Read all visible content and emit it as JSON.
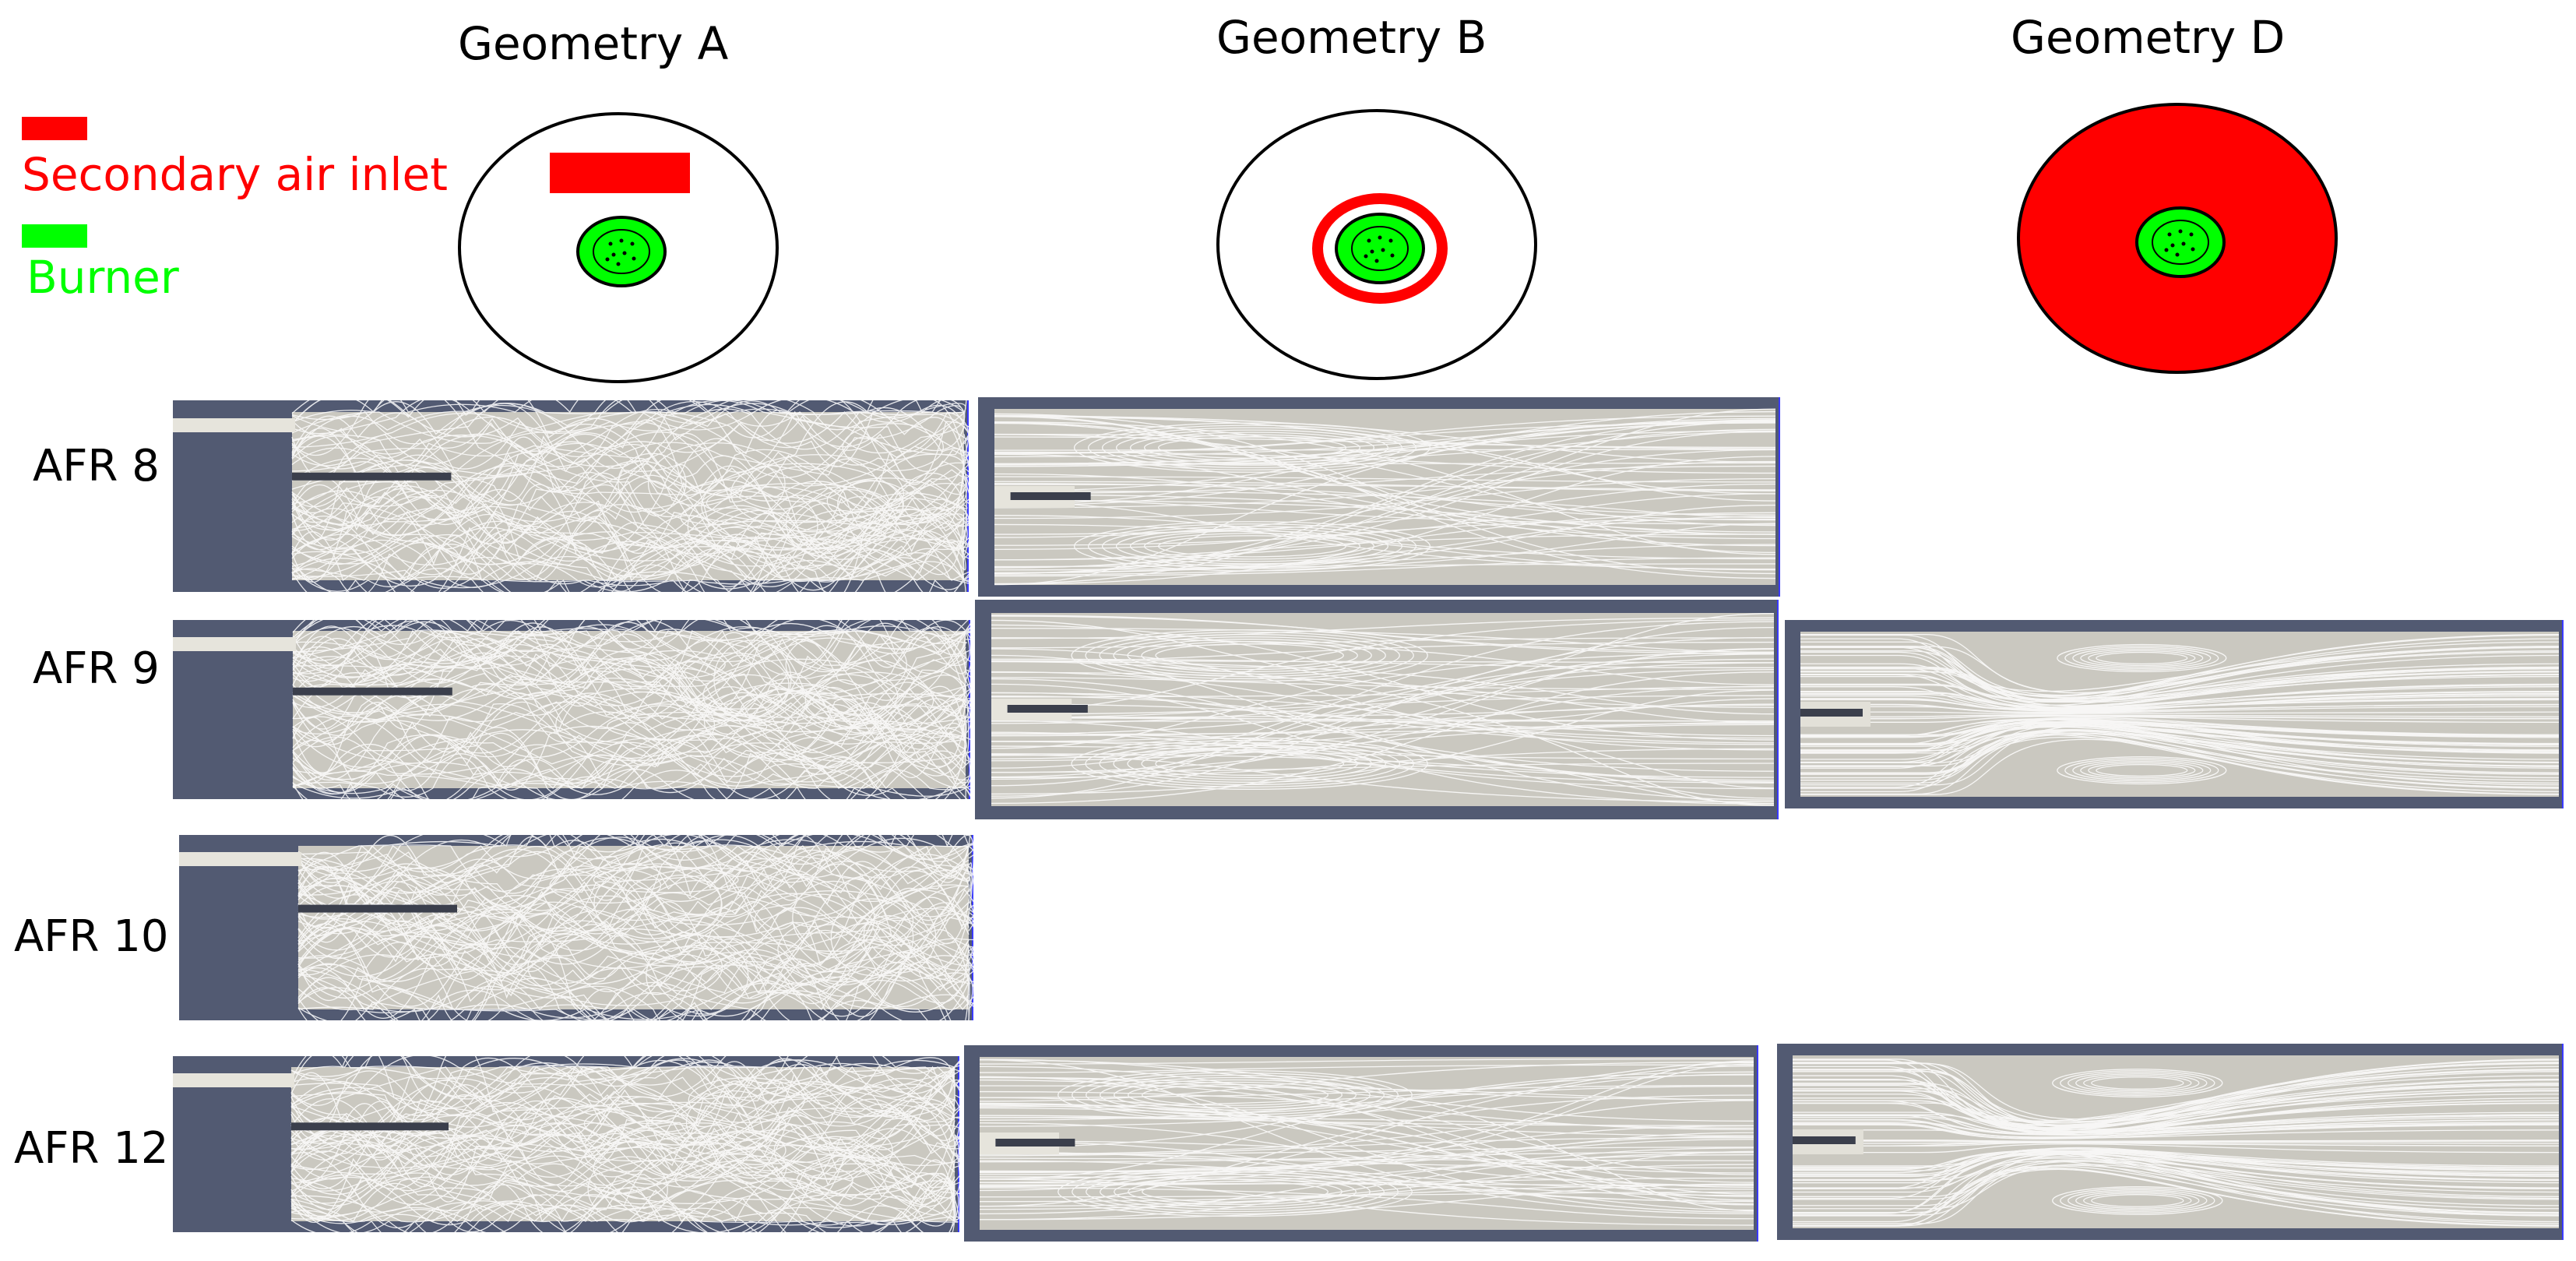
{
  "geometries": [
    {
      "label": "Geometry A",
      "secondary_inlet": "rectangle-above"
    },
    {
      "label": "Geometry B",
      "secondary_inlet": "ring"
    },
    {
      "label": "Geometry D",
      "secondary_inlet": "full-face"
    }
  ],
  "legend": [
    {
      "label": "Secondary air inlet",
      "color": "#ff0000"
    },
    {
      "label": "Burner",
      "color": "#00ff00"
    }
  ],
  "rows": [
    {
      "label": "AFR 8"
    },
    {
      "label": "AFR 9"
    },
    {
      "label": "AFR 10"
    },
    {
      "label": "AFR 12"
    }
  ],
  "colors": {
    "chamber_wall": "#525a72",
    "fluid": "#cac8c0",
    "streamline": "#ffffff",
    "pipe": "#e6e4dc",
    "frame_edge": "#3a3aff",
    "outline": "#000000"
  },
  "panels": [
    {
      "row": 0,
      "geometry": "Geometry A",
      "shown": true
    },
    {
      "row": 0,
      "geometry": "Geometry B",
      "shown": true
    },
    {
      "row": 0,
      "geometry": "Geometry D",
      "shown": false
    },
    {
      "row": 1,
      "geometry": "Geometry A",
      "shown": true
    },
    {
      "row": 1,
      "geometry": "Geometry B",
      "shown": true
    },
    {
      "row": 1,
      "geometry": "Geometry D",
      "shown": true
    },
    {
      "row": 2,
      "geometry": "Geometry A",
      "shown": true
    },
    {
      "row": 2,
      "geometry": "Geometry B",
      "shown": false
    },
    {
      "row": 2,
      "geometry": "Geometry D",
      "shown": false
    },
    {
      "row": 3,
      "geometry": "Geometry A",
      "shown": true
    },
    {
      "row": 3,
      "geometry": "Geometry B",
      "shown": true
    },
    {
      "row": 3,
      "geometry": "Geometry D",
      "shown": true
    }
  ]
}
